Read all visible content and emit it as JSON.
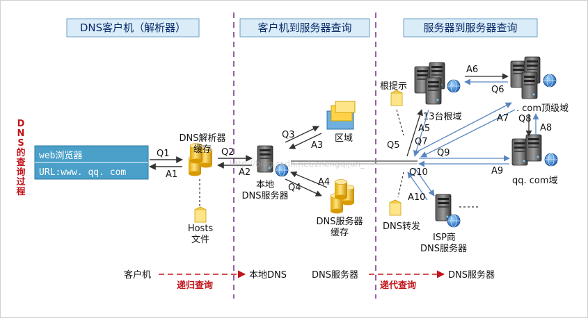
{
  "headers": {
    "client": "DNS客户机（解析器）",
    "client_to_server": "客户机到服务器查询",
    "server_to_server": "服务器到服务器查询"
  },
  "side_label": "DNS的查询过程",
  "browser": {
    "line1": "web浏览器",
    "line2": "URL:www. qq. com"
  },
  "resolver": {
    "line1": "DNS解析器",
    "line2": "缓存"
  },
  "hosts": {
    "line1": "Hosts",
    "line2": "文件"
  },
  "local_dns": {
    "line1": "本地",
    "line2": "DNS服务器"
  },
  "zone": "区域",
  "dns_cache": {
    "line1": "DNS服务器",
    "line2": "缓存"
  },
  "root_hint": "根提示",
  "root_servers": "13台根域",
  "com_domain": ". com顶级域",
  "qq_domain": "qq. com域",
  "dns_forward": "DNS转发",
  "isp": {
    "line1": "ISP商",
    "line2": "DNS服务器"
  },
  "steps": {
    "q1": "Q1",
    "a1": "A1",
    "q2": "Q2",
    "a2": "A2",
    "q3": "Q3",
    "a3": "A3",
    "q4": "Q4",
    "a4": "A4",
    "q5": "Q5",
    "a5": "A5",
    "q6": "Q6",
    "a6": "A6",
    "q7": "Q7",
    "a7": "A7",
    "q8": "Q8",
    "a8": "A8",
    "q9": "Q9",
    "a9": "A9",
    "q10": "Q10",
    "a10": "A10"
  },
  "bottom": {
    "client": "客户机",
    "recursive": "递归查询",
    "local_dns": "本地DNS",
    "dns_server_mid": "DNS服务器",
    "iterative": "递代查询",
    "dns_server_right": "DNS服务器"
  },
  "watermark": "http://blog.csdn.net/zhengqijun_",
  "colors": {
    "header_bg": "#d9ecf7",
    "header_text": "#0a2a6a",
    "divider": "#7a3a8a",
    "browser_bg": "#4aa0c8",
    "recursive_red": "#c0161c",
    "arrow_dark": "#333333",
    "arrow_blue": "#5a86c0"
  }
}
